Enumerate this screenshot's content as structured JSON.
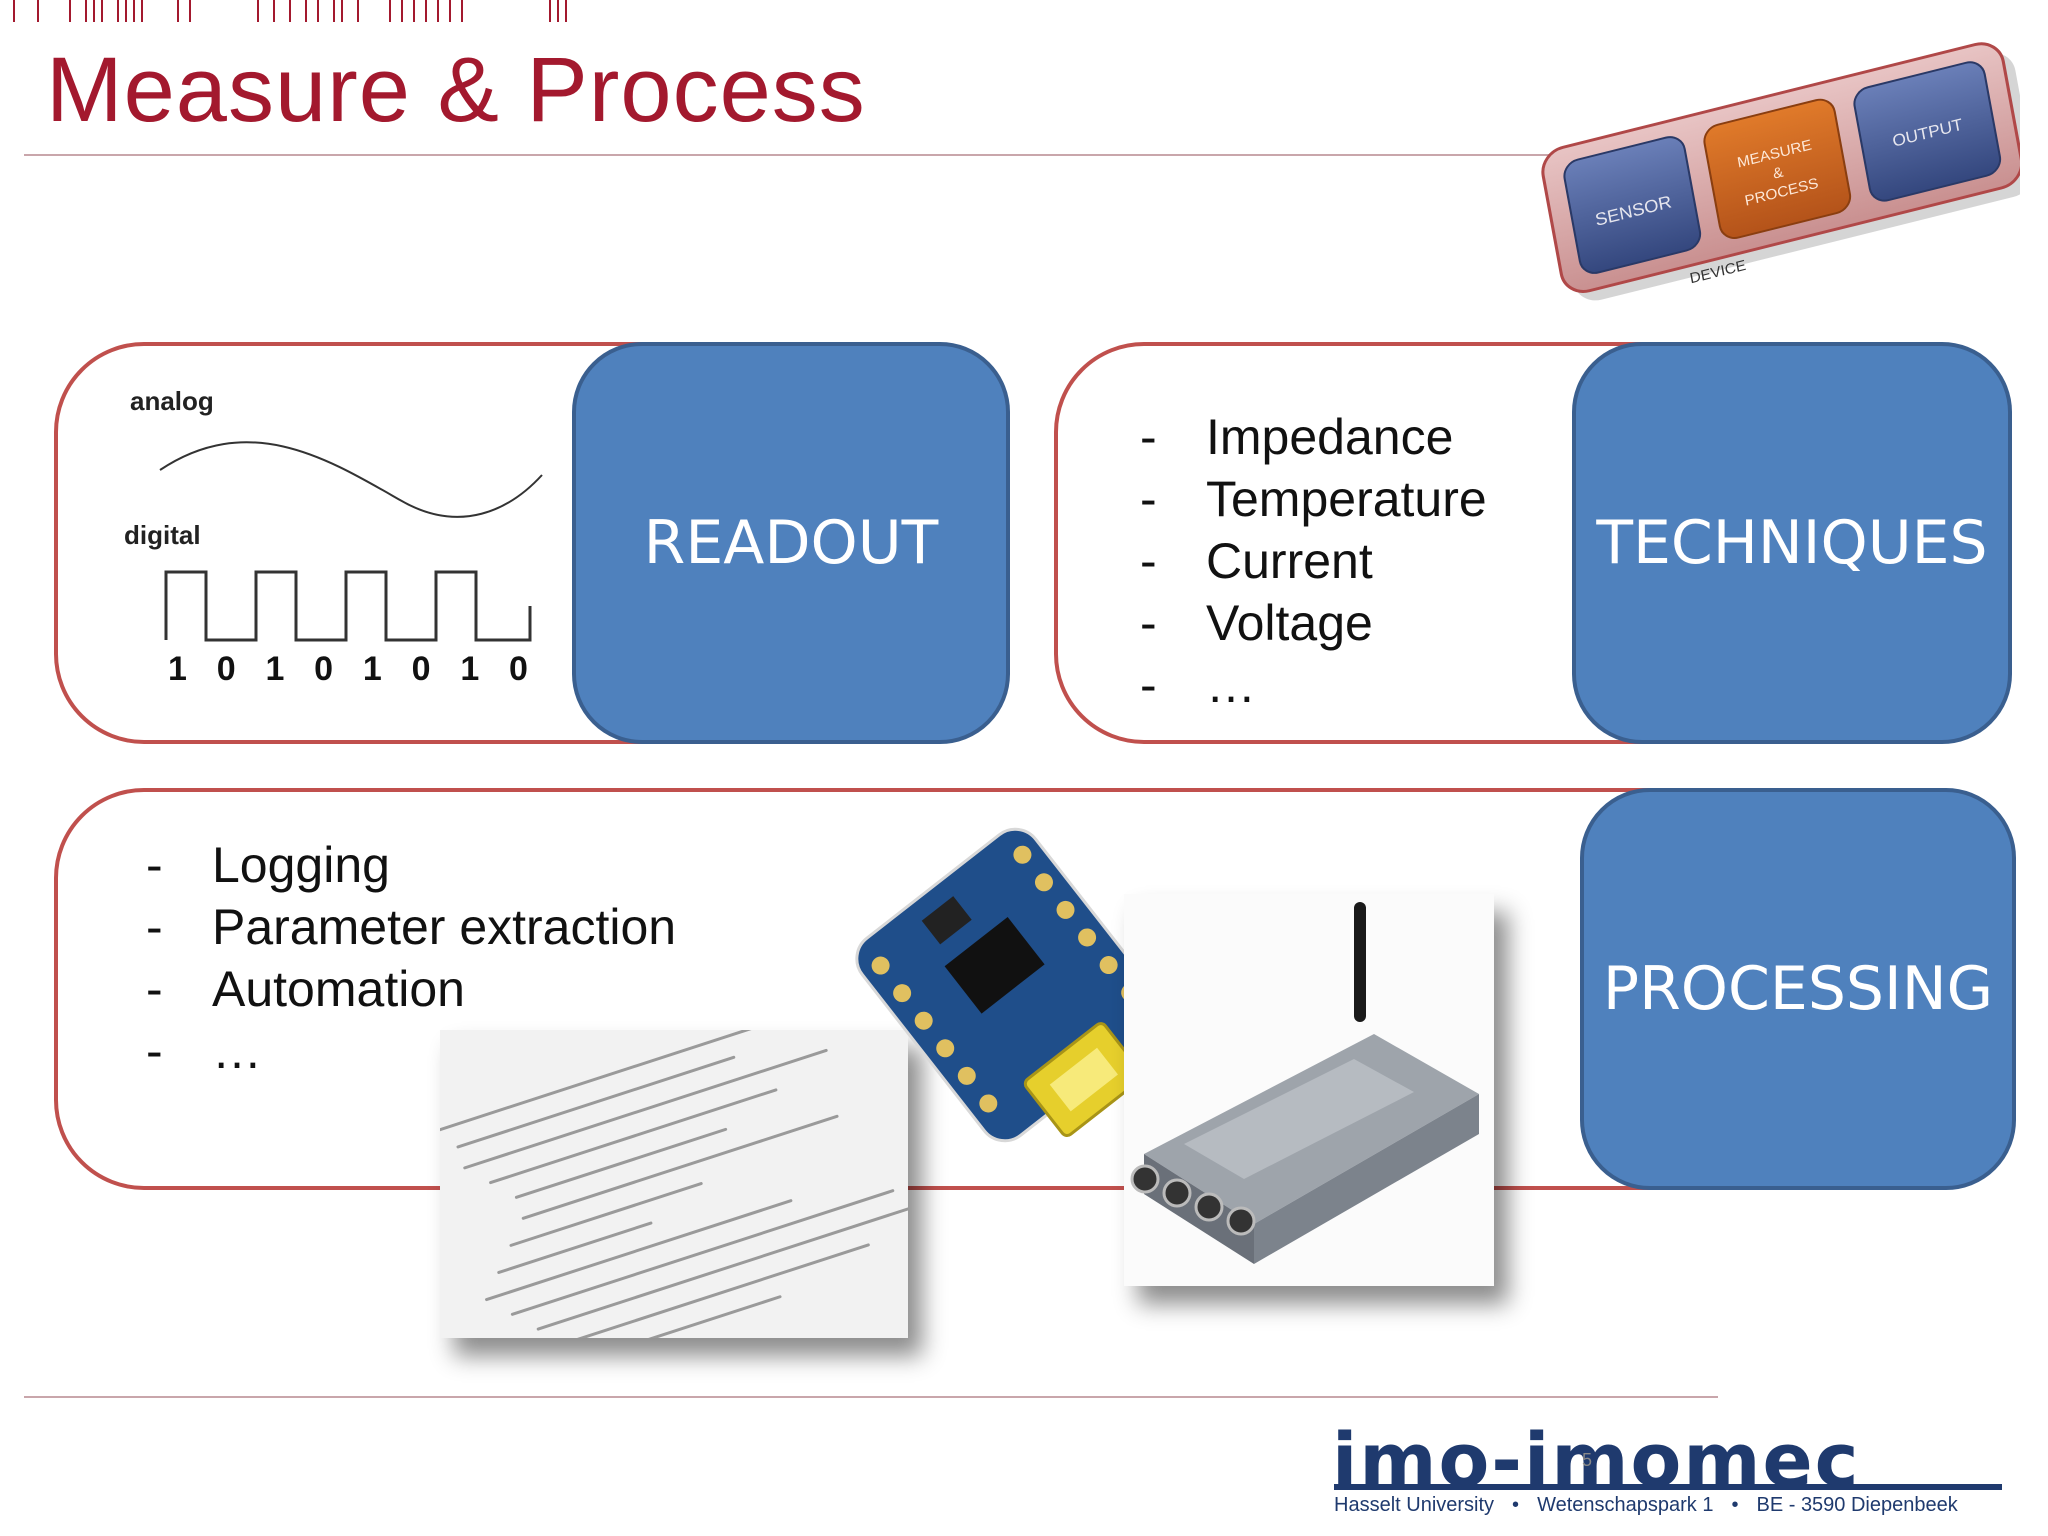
{
  "slide": {
    "title": "Measure & Process",
    "page_number": "5"
  },
  "device_diagram": {
    "sensor": "SENSOR",
    "measure_line1": "MEASURE",
    "measure_line2": "&",
    "measure_line3": "PROCESS",
    "output": "OUTPUT",
    "device": "DEVICE"
  },
  "readout_panel": {
    "analog_label": "analog",
    "digital_label": "digital",
    "bits": [
      "1",
      "0",
      "1",
      "0",
      "1",
      "0",
      "1",
      "0"
    ],
    "button_label": "READOUT"
  },
  "techniques_panel": {
    "items": [
      "Impedance",
      "Temperature",
      "Current",
      "Voltage",
      "…"
    ],
    "button_label": "TECHNIQUES"
  },
  "processing_panel": {
    "items": [
      "Logging",
      "Parameter extraction",
      "Automation",
      "…"
    ],
    "button_label": "PROCESSING"
  },
  "footer": {
    "logo": "imo-imomec",
    "address_parts": [
      "Hasselt University",
      "Wetenschapspark 1",
      "BE - 3590 Diepenbeek"
    ],
    "separator": "•"
  },
  "colors": {
    "title": "#a3192e",
    "panel_border": "#c0504d",
    "button_fill": "#4f81bd",
    "logo": "#1f3a6e"
  }
}
